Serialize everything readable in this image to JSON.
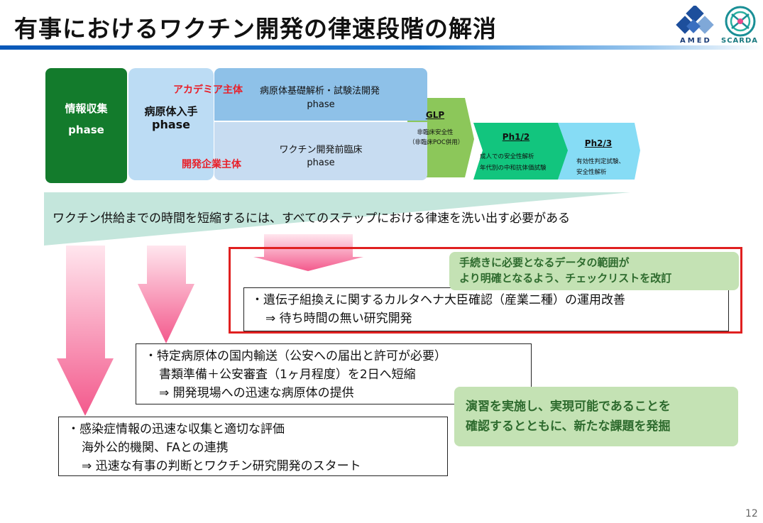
{
  "header": {
    "title": "有事におけるワクチン開発の律速段階の解消",
    "amed_label": "AMED",
    "scarda_label": "SCARDA"
  },
  "phases": {
    "info": {
      "title": "情報収集",
      "subtitle": "phase"
    },
    "pathogen": {
      "title": "病原体入手",
      "subtitle": "phase"
    },
    "academia": {
      "owner": "アカデミア主体",
      "title": "病原体基礎解析・試験法開発",
      "subtitle": "phase"
    },
    "company": {
      "owner": "開発企業主体",
      "title": "ワクチン開発前臨床",
      "subtitle": "phase"
    },
    "glp": {
      "title": "GLP",
      "line1": "非臨床安全性",
      "line2": "（非臨床POC併用）"
    },
    "ph12": {
      "title": "Ph1/2",
      "line1": "成人での安全性解析",
      "line2": "年代別の中和抗体価試験"
    },
    "ph23": {
      "title": "Ph2/3",
      "line1": "有効性判定試験、",
      "line2": "安全性解析"
    }
  },
  "banner": {
    "text": "ワクチン供給までの時間を短縮するには、すべてのステップにおける律速を洗い出す必要がある"
  },
  "items": {
    "recombinant": {
      "line1": "・遺伝子組換えに関するカルタヘナ大臣確認（産業二種）の運用改善",
      "line2": "⇒ 待ち時間の無い研究開発"
    },
    "transport": {
      "line1": "・特定病原体の国内輸送（公安への届出と許可が必要）",
      "line2": "書類準備＋公安審査（1ヶ月程度）を2日へ短縮",
      "line3": "⇒ 開発現場への迅速な病原体の提供"
    },
    "intel": {
      "line1": "・感染症情報の迅速な収集と適切な評価",
      "line2": "海外公的機関、FAとの連携",
      "line3": "⇒ 迅速な有事の判断とワクチン研究開発のスタート"
    }
  },
  "callouts": {
    "checklist": {
      "line1": "手続きに必要となるデータの範囲が",
      "line2": "より明確となるよう、チェックリストを改訂"
    },
    "exercise": {
      "line1": "演習を実施し、実現可能であることを",
      "line2": "確認するとともに、新たな課題を発掘"
    }
  },
  "footer": {
    "page_number": "12"
  },
  "colors": {
    "title_bar": "#0a58b8",
    "info_phase": "#137b2c",
    "glp": "#8cc75a",
    "ph12": "#12c57e",
    "ph23": "#86dcf5",
    "red_accent": "#e8202a",
    "callout_bg": "#c4e2b4"
  }
}
